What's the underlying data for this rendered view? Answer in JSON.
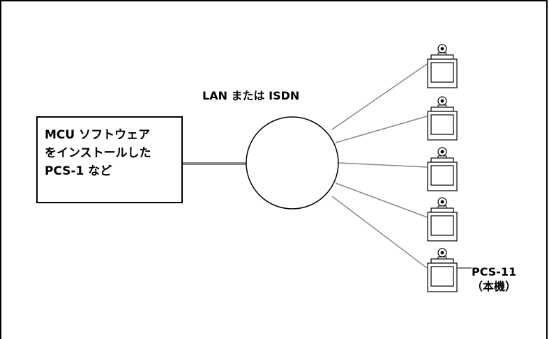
{
  "network": {
    "label": "LAN または ISDN"
  },
  "mcu": {
    "lines": [
      "MCU ソフトウェア",
      "をインストールした",
      "PCS-1 など"
    ]
  },
  "this_unit": {
    "line1": "PCS-11",
    "line2": "（本機）"
  },
  "colors": {
    "link": "#888888",
    "outline": "#000000",
    "screen_frame": "#000000"
  },
  "terminals": {
    "count": 5,
    "icon": "video-conference-terminal-icon"
  }
}
